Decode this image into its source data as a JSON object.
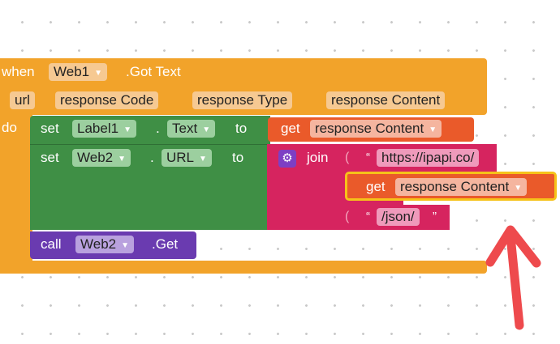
{
  "event": {
    "when": "when",
    "component": "Web1",
    "event_name": ".Got Text",
    "params": [
      "url",
      "response Code",
      "response Type",
      "response Content"
    ],
    "do": "do"
  },
  "set1": {
    "set": "set",
    "component": "Label1",
    "dot": ".",
    "property": "Text",
    "to": "to",
    "get": "get",
    "get_var": "response Content"
  },
  "set2": {
    "set": "set",
    "component": "Web2",
    "dot": ".",
    "property": "URL",
    "to": "to",
    "join": "join",
    "string1": "https://ipapi.co/",
    "get": "get",
    "get_var": "response Content",
    "string2": "/json/",
    "open_quote": "“",
    "close_quote": "”"
  },
  "call": {
    "call": "call",
    "component": "Web2",
    "method": ".Get"
  },
  "colors": {
    "event": "#f2a32a",
    "setter": "#3f8f45",
    "getter": "#ea5a2a",
    "text": "#d6245f",
    "call": "#6a3bb0",
    "highlight": "#f6c21a",
    "arrow": "#ee4a4d"
  },
  "icons": {
    "mutator": "gear-icon",
    "dropdown": "chevron-down-icon"
  }
}
